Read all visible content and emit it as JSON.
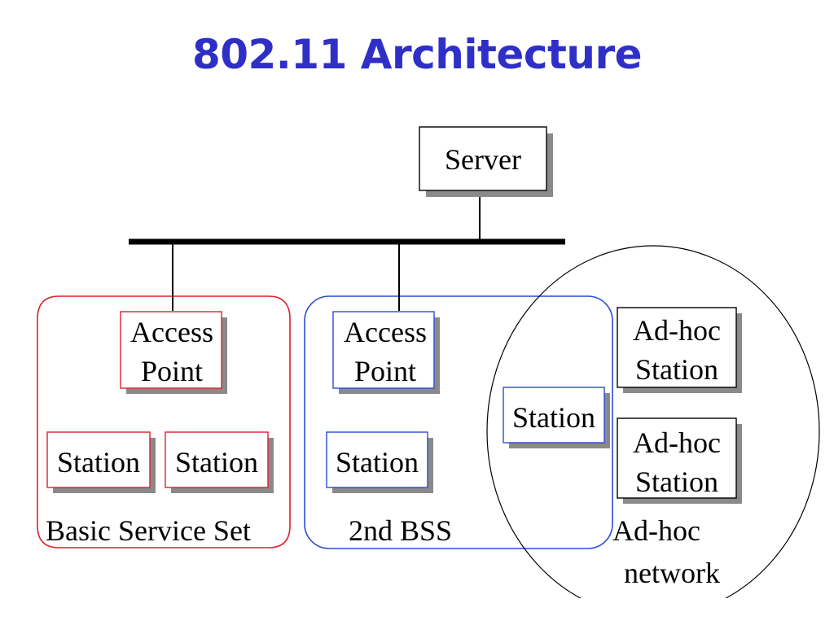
{
  "title": "802.11 Architecture",
  "nodes": {
    "server": "Server",
    "access_point_1": [
      "Access",
      "Point"
    ],
    "access_point_2": [
      "Access",
      "Point"
    ],
    "station_bss1_a": "Station",
    "station_bss1_b": "Station",
    "station_bss2": "Station",
    "station_shared": "Station",
    "adhoc_station_1": [
      "Ad-hoc",
      "Station"
    ],
    "adhoc_station_2": [
      "Ad-hoc",
      "Station"
    ]
  },
  "captions": {
    "bss1": "Basic Service Set",
    "bss2": "2nd BSS",
    "adhoc": [
      "Ad-hoc",
      "network"
    ]
  },
  "colors": {
    "title": "#2f2fc8",
    "bss1_border": "#e0202a",
    "bss2_border": "#2a4bd8",
    "adhoc_border": "#000000",
    "shadow": "#8a8a8a"
  }
}
